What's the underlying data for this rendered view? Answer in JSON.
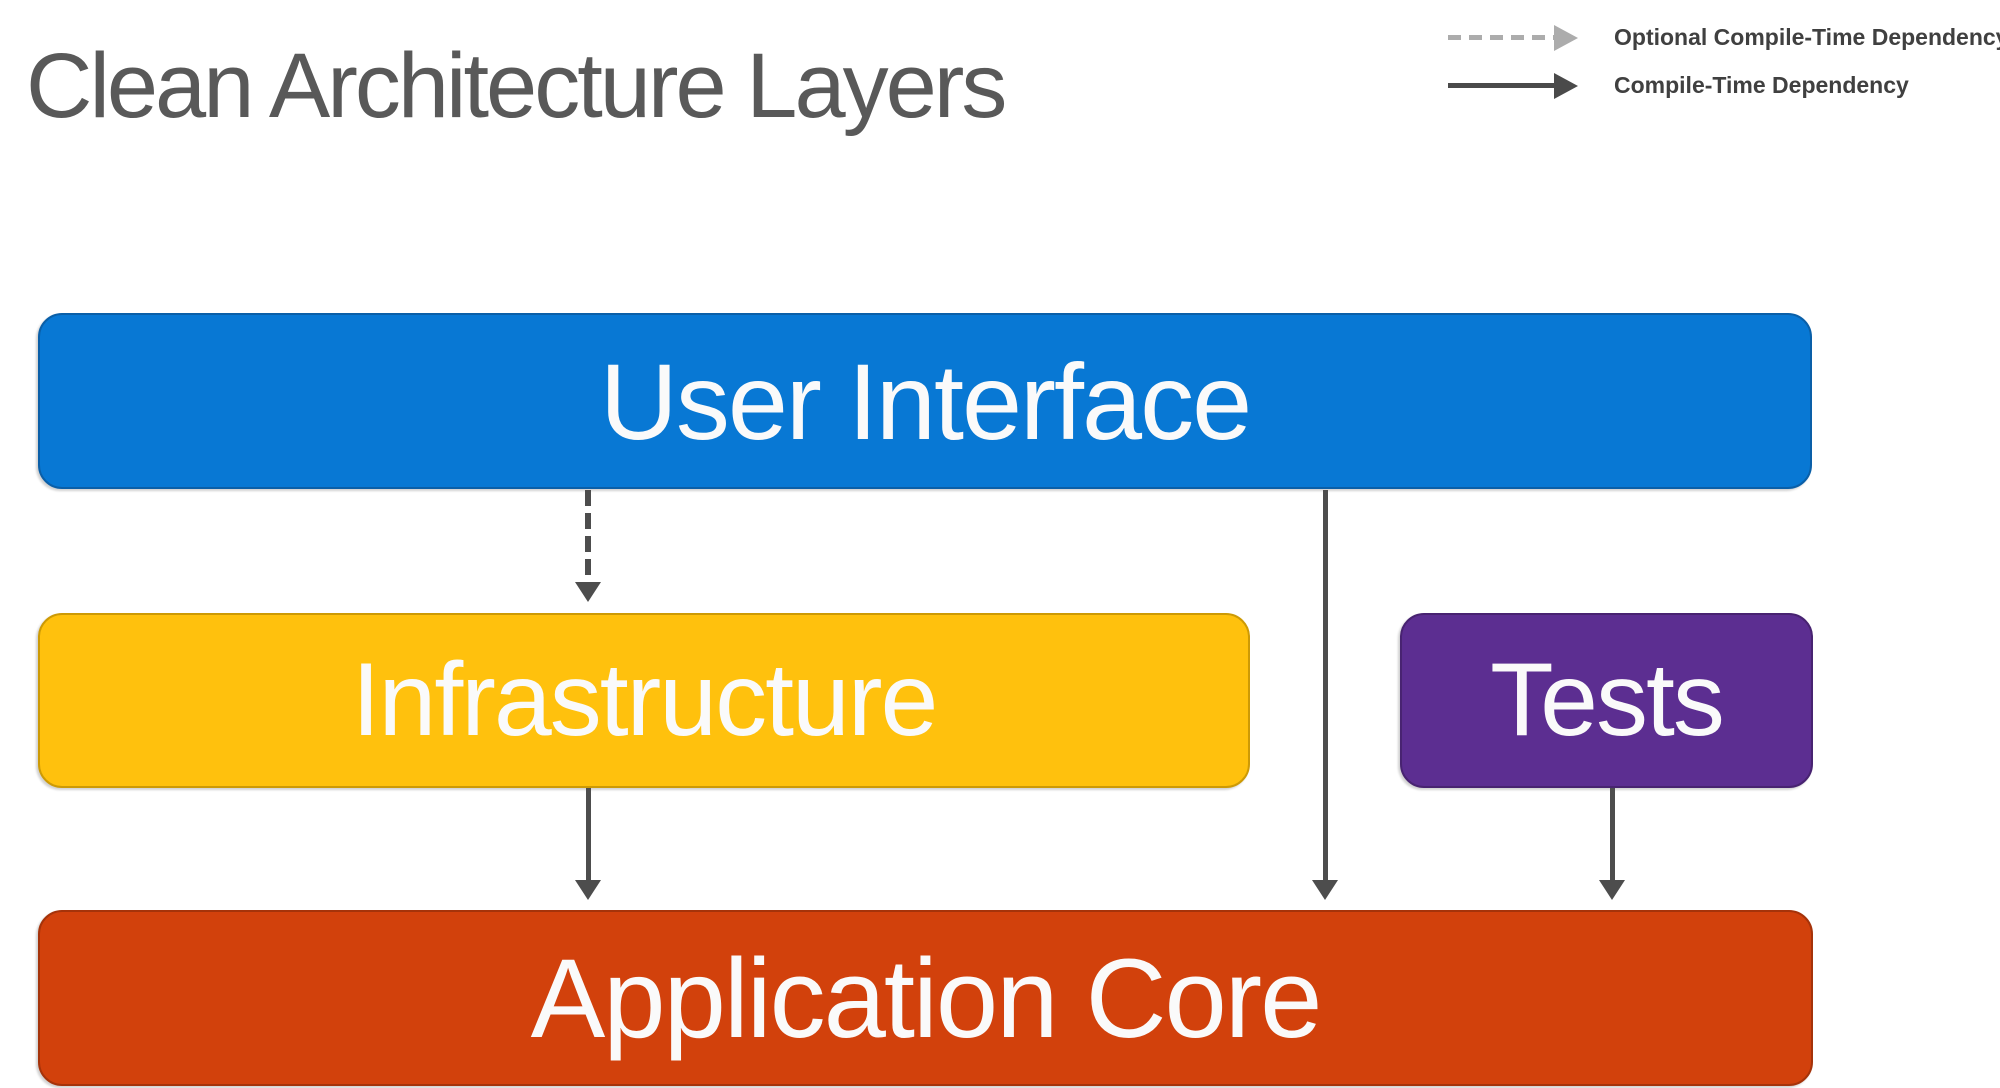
{
  "title": "Clean Architecture Layers",
  "legend": {
    "items": [
      {
        "label": "Optional Compile-Time Dependency",
        "line_style": "dashed",
        "color": "#ACACAC"
      },
      {
        "label": "Compile-Time Dependency",
        "line_style": "solid",
        "color": "#4A4A4A"
      }
    ]
  },
  "boxes": {
    "user_interface": {
      "label": "User Interface",
      "fill": "#0878D4",
      "border": "#0A5FA8"
    },
    "infrastructure": {
      "label": "Infrastructure",
      "fill": "#FFC10D",
      "border": "#CD9A05"
    },
    "tests": {
      "label": "Tests",
      "fill": "#5C2E91",
      "border": "#482371"
    },
    "application_core": {
      "label": "Application Core",
      "fill": "#D2410C",
      "border": "#A5330A"
    }
  },
  "arrows": [
    {
      "from": "User Interface",
      "to": "Infrastructure",
      "type": "optional-compile-time"
    },
    {
      "from": "User Interface",
      "to": "Application Core",
      "type": "compile-time"
    },
    {
      "from": "Infrastructure",
      "to": "Application Core",
      "type": "compile-time"
    },
    {
      "from": "Tests",
      "to": "Application Core",
      "type": "compile-time"
    }
  ],
  "colors": {
    "arrow": "#4D4D4D",
    "title_text": "#595959",
    "legend_text": "#404040",
    "box_text": "#FAFAFA",
    "background": "#FFFFFF"
  }
}
